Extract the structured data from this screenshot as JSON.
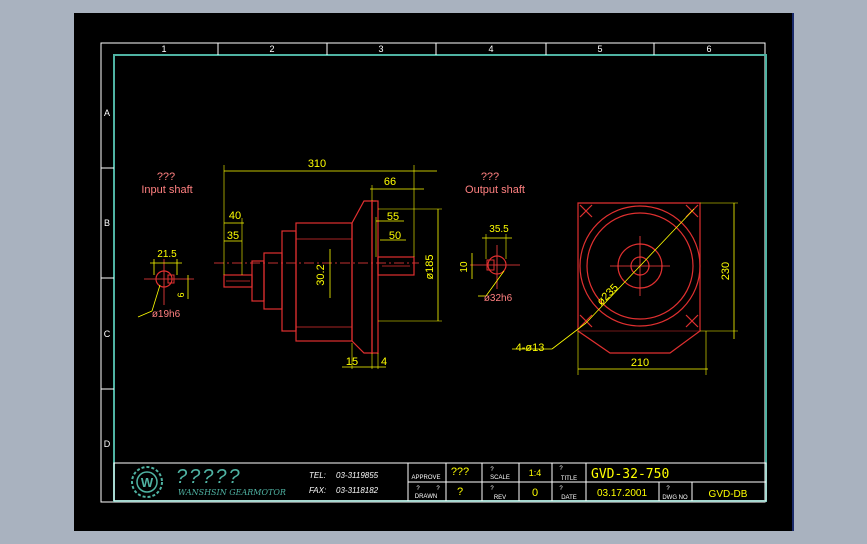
{
  "colors": {
    "background": "#000000",
    "border": "#ffffff",
    "frame": "#4fb3a3",
    "part": "#e03030",
    "dimension": "#ffff00",
    "annotation": "#ff8080",
    "centerline": "#ff4040",
    "titleText": "#ffffff",
    "titleValue": "#ffff00"
  },
  "grid": {
    "columns": [
      "1",
      "2",
      "3",
      "4",
      "5",
      "6"
    ],
    "rows": [
      "A",
      "B",
      "C",
      "D"
    ]
  },
  "input_shaft": {
    "label_top": "???",
    "label": "Input shaft",
    "dim_width": "21.5",
    "dim_key": "6",
    "diameter": "ø19h6"
  },
  "output_shaft": {
    "label_top": "???",
    "label": "Output shaft",
    "dim_width": "35.5",
    "dim_key": "10",
    "diameter": "ø32h6"
  },
  "side_view": {
    "dim_total": "310",
    "dim_66": "66",
    "dim_40": "40",
    "dim_35": "35",
    "dim_55": "55",
    "dim_50": "50",
    "dim_302": "30.2",
    "dim_dia185": "ø185",
    "dim_15": "15",
    "dim_4": "4"
  },
  "front_view": {
    "dim_dia235": "ø235",
    "dim_230": "230",
    "dim_210": "210",
    "dim_holes": "4-ø13"
  },
  "title_block": {
    "company_name": "?????",
    "company_sub": "WANSHSIN GEARMOTOR",
    "tel_label": "TEL:",
    "tel": "03-3119855",
    "fax_label": "FAX:",
    "fax": "03-3118182",
    "logo_letter": "W",
    "approve_label": "APPROVE",
    "approve_value": "???",
    "drawn_label": "DRAWN",
    "drawn_value": "?",
    "scale_label": "SCALE",
    "scale_value": "1:4",
    "rev_label": "REV",
    "rev_value": "0",
    "title_label": "TITLE",
    "title_value": "GVD-32-750",
    "date_label": "DATE",
    "date_value": "03.17.2001",
    "dwg_label": "DWG NO",
    "dwg_value": "GVD-DB",
    "q": "?"
  }
}
